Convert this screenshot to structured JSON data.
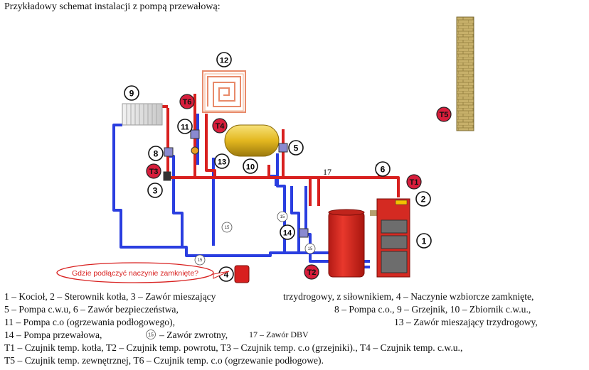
{
  "title": "Przykładowy schemat instalacji z pompą przewałową:",
  "callout": "Gdzie podłączyć naczynie zamknięte?",
  "diagram": {
    "num_labels": [
      "1",
      "2",
      "3",
      "4",
      "5",
      "6",
      "8",
      "9",
      "10",
      "11",
      "12",
      "13",
      "14"
    ],
    "sensor_labels": [
      "T1",
      "T2",
      "T3",
      "T4",
      "T5",
      "T6"
    ],
    "check_valve_label": "15",
    "dbv_label": "17"
  },
  "colors": {
    "hot": "#d8201f",
    "cold": "#2a3ee0",
    "boiler": "#d42a22",
    "sensor": "#d81e3c",
    "chimney": "#b9a25a"
  },
  "legend": {
    "l1a": "1 – Kocioł, 2 – Sterownik kotła, 3 – Zawór mieszający",
    "l1b": "trzydrogowy,  z siłownikiem, 4 – Naczynie wzbiorcze zamknięte,",
    "l2a": "5 – Pompa c.w.u, 6 – Zawór bezpieczeństwa,",
    "l2b": "8 – Pompa c.o., 9 – Grzejnik,  10 – Zbiornik c.w.u.,",
    "l3a": "11  –  Pompa c.o (ogrzewania podłogowego),",
    "l3b": "13  –  Zawór  mieszający trzydrogowy,",
    "l4a": "14 – Pompa przewałowa,",
    "l4b": "– Zawór zwrotny,",
    "l4c": "17 – Zawór DBV",
    "l4icon": "15",
    "l5": "T1 – Czujnik  temp. kotła, T2 – Czujnik temp. powrotu, T3 – Czujnik temp. c.o (grzejniki)., T4 – Czujnik  temp. c.w.u.,",
    "l6": "T5 – Czujnik  temp. zewnętrznej, T6 – Czujnik temp. c.o (ogrzewanie podłogowe)."
  }
}
